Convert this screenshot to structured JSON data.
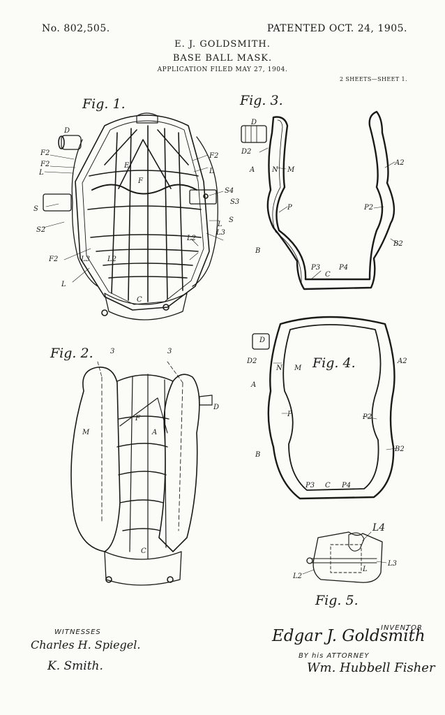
{
  "header": {
    "patent_number": "No. 802,505.",
    "patent_date": "PATENTED OCT. 24, 1905.",
    "inventor_name": "E. J. GOLDSMITH.",
    "title": "BASE BALL MASK.",
    "application_filed": "APPLICATION FILED MAY 27, 1904.",
    "sheets": "2 SHEETS—SHEET 1."
  },
  "figures": {
    "fig1": {
      "title": "Fig. 1.",
      "labels": [
        "D",
        "F2",
        "F2",
        "L",
        "E",
        "F",
        "F2",
        "L",
        "S4",
        "S3",
        "S",
        "S",
        "S2",
        "L",
        "L3",
        "F2",
        "L3",
        "L2",
        "L2",
        "L",
        "C"
      ]
    },
    "fig2": {
      "title": "Fig. 2.",
      "labels": [
        "3",
        "3",
        "M",
        "F",
        "A",
        "D",
        "C"
      ]
    },
    "fig3": {
      "title": "Fig. 3.",
      "labels": [
        "D",
        "D2",
        "A",
        "N",
        "M",
        "P",
        "B",
        "P3",
        "C",
        "P4",
        "A2",
        "P2",
        "B2"
      ]
    },
    "fig4": {
      "title": "Fig. 4.",
      "labels": [
        "D",
        "D2",
        "N",
        "M",
        "A",
        "P",
        "B",
        "P3",
        "C",
        "P4",
        "A2",
        "P2",
        "B2"
      ]
    },
    "fig5": {
      "title": "Fig. 5.",
      "labels": [
        "L4",
        "L3",
        "L",
        "L2"
      ]
    }
  },
  "signatures": {
    "witnesses_label": "WITNESSES",
    "witness_1": "Charles H. Spiegel.",
    "witness_2": "K. Smith.",
    "inventor_signature": "Edgar J. Goldsmith",
    "inventor_label": "INVENTOR",
    "by_attorney": "BY his ATTORNEY",
    "attorney_signature": "Wm. Hubbell Fisher"
  }
}
